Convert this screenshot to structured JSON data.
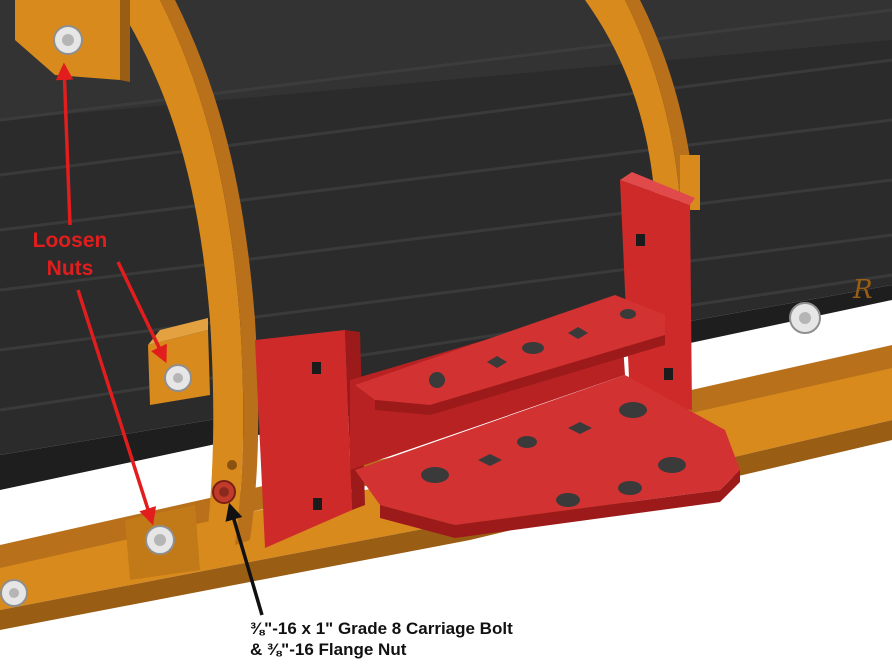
{
  "labels": {
    "loosen_line1": "Loosen",
    "loosen_line2": "Nuts",
    "bolt_line1": "⅜\"-16 x 1\" Grade 8 Carriage Bolt",
    "bolt_line2": "& ⅜\"-16 Flange Nut"
  },
  "colors": {
    "moldboard": "#2a2a2a",
    "frame": "#d88a1c",
    "bracket": "#cf2a2a",
    "loosen_text": "#e11d1d",
    "bolt_text": "#111111",
    "arrow_red": "#e11d1d",
    "arrow_black": "#111111"
  }
}
